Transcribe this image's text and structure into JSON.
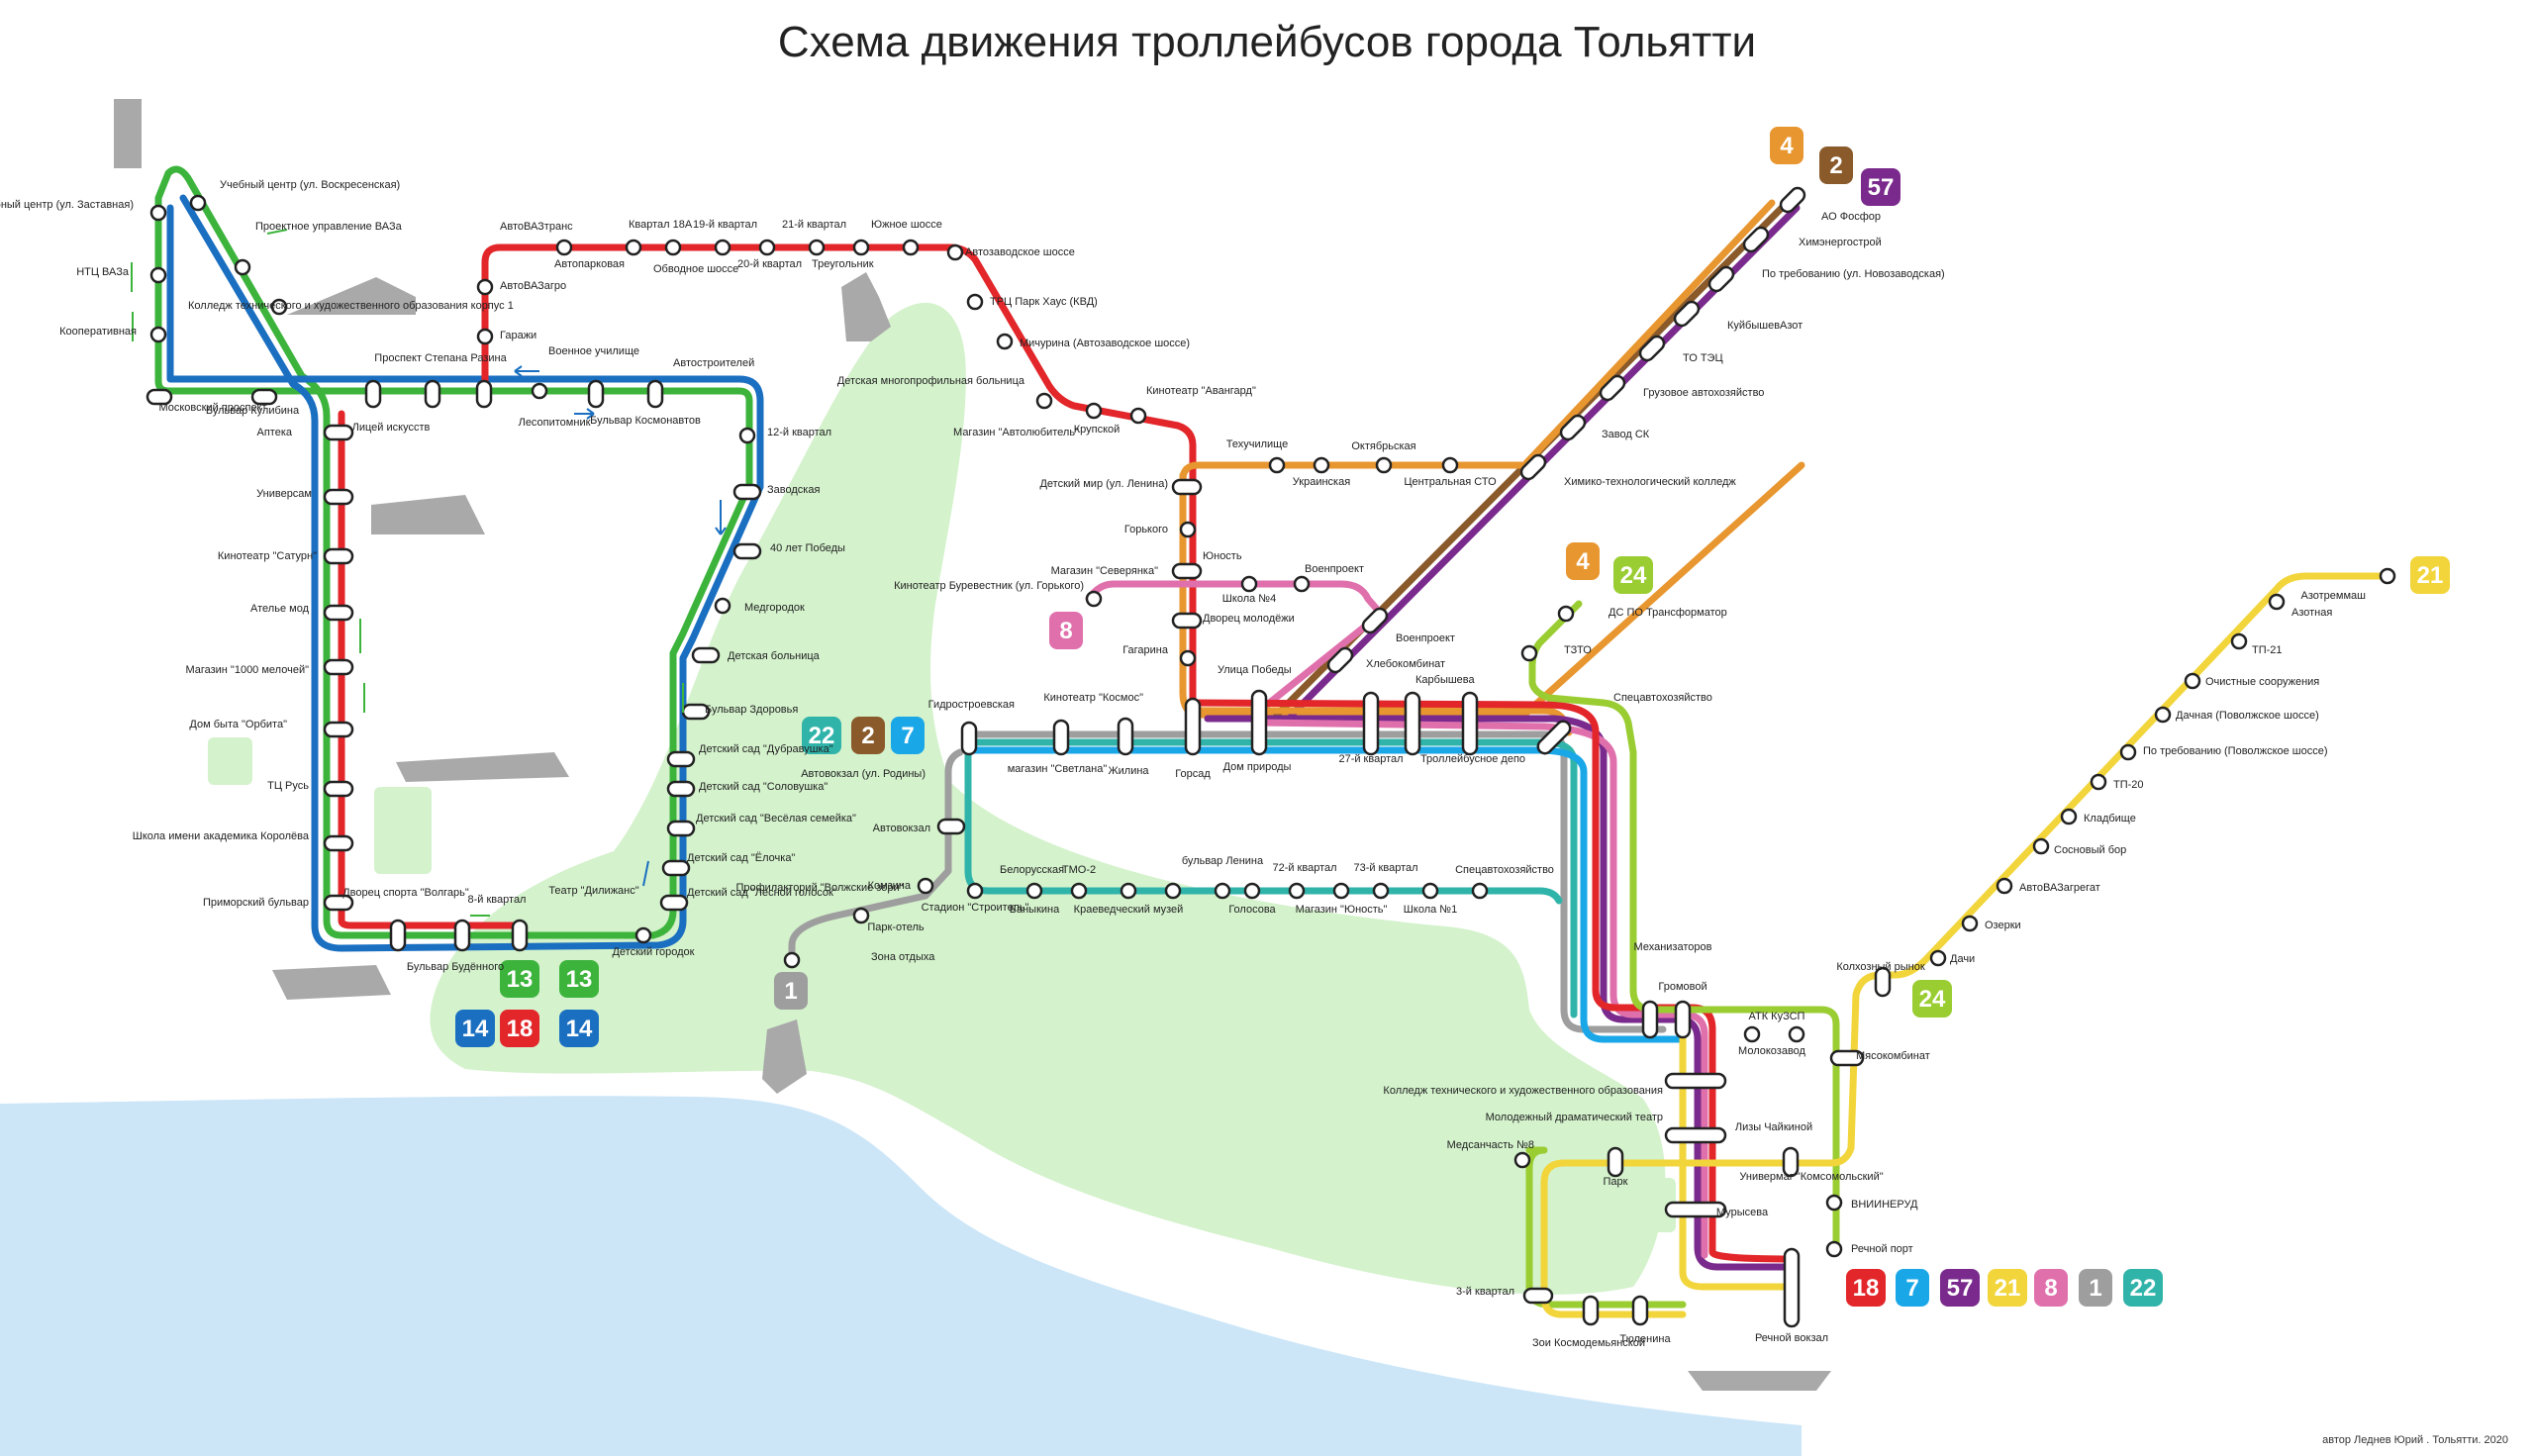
{
  "title": "Схема движения троллейбусов города Тольятти",
  "author": "автор Леднев Юрий . Тольятти. 2020",
  "colors": {
    "water": "#cce6f8",
    "park": "#d4f2cc",
    "landmark": "#a9a9a9",
    "route_1": "#9e9e9e",
    "route_2": "#8a5a2b",
    "route_4": "#e8962f",
    "route_7": "#1aa7e8",
    "route_8": "#e070ac",
    "route_13": "#3cb43c",
    "route_14": "#1a6fc1",
    "route_18": "#e2262a",
    "route_21": "#f2d53a",
    "route_22": "#30b4aa",
    "route_24": "#9acd32",
    "route_57": "#7a2a8c"
  },
  "badges": [
    {
      "id": "b-4-top",
      "text": "4",
      "color": "#e8962f"
    },
    {
      "id": "b-2-top",
      "text": "2",
      "color": "#8a5a2b"
    },
    {
      "id": "b-57-top",
      "text": "57",
      "color": "#7a2a8c"
    },
    {
      "id": "b-8",
      "text": "8",
      "color": "#e070ac"
    },
    {
      "id": "b-4-mid",
      "text": "4",
      "color": "#e8962f"
    },
    {
      "id": "b-24-mid",
      "text": "24",
      "color": "#9acd32"
    },
    {
      "id": "b-22",
      "text": "22",
      "color": "#30b4aa"
    },
    {
      "id": "b-2-mid",
      "text": "2",
      "color": "#8a5a2b"
    },
    {
      "id": "b-7",
      "text": "7",
      "color": "#1aa7e8"
    },
    {
      "id": "b-1",
      "text": "1",
      "color": "#9e9e9e"
    },
    {
      "id": "b-13a",
      "text": "13",
      "color": "#3cb43c"
    },
    {
      "id": "b-13b",
      "text": "13",
      "color": "#3cb43c"
    },
    {
      "id": "b-14a",
      "text": "14",
      "color": "#1a6fc1"
    },
    {
      "id": "b-18",
      "text": "18",
      "color": "#e2262a"
    },
    {
      "id": "b-14b",
      "text": "14",
      "color": "#1a6fc1"
    },
    {
      "id": "b-21",
      "text": "21",
      "color": "#f2d53a"
    },
    {
      "id": "b-24-right",
      "text": "24",
      "color": "#9acd32"
    },
    {
      "id": "b-18-bot",
      "text": "18",
      "color": "#e2262a"
    },
    {
      "id": "b-7-bot",
      "text": "7",
      "color": "#1aa7e8"
    },
    {
      "id": "b-57-bot",
      "text": "57",
      "color": "#7a2a8c"
    },
    {
      "id": "b-21-bot",
      "text": "21",
      "color": "#f2d53a"
    },
    {
      "id": "b-8-bot",
      "text": "8",
      "color": "#e070ac"
    },
    {
      "id": "b-1-bot",
      "text": "1",
      "color": "#9e9e9e"
    },
    {
      "id": "b-22-bot",
      "text": "22",
      "color": "#30b4aa"
    }
  ],
  "stops": {
    "left_loop": [
      "Учебный центр (ул. Заставная)",
      "НТЦ ВАЗа",
      "Кооперативная",
      "Московский проспект",
      "Учебный центр (ул. Воскресенская)",
      "Проектное управление ВАЗа",
      "Колледж технического и художественного образования корпус 1",
      "Бульвар Кулибина",
      "Аптека",
      "Лицей искусств",
      "Проспект Степана Разина",
      "Лесопитомник",
      "Военное училище",
      "Бульвар Космонавтов",
      "Автостроителей",
      "12-й квартал",
      "Заводская",
      "40 лет Победы",
      "Медгородок",
      "Детская больница",
      "Бульвар Здоровья",
      "Детский сад \"Дубравушка\"",
      "Детский сад \"Соловушка\"",
      "Детский сад \"Весёлая семейка\"",
      "Детский сад \"Ёлочка\"",
      "Детский сад \"Лесной голосок\"",
      "Театр \"Дилижанс\"",
      "Детский городок",
      "8-й квартал",
      "Бульвар Будённого",
      "Дворец спорта \"Волгарь\"",
      "Приморский бульвар",
      "Школа имени академика Королёва",
      "ТЦ Русь",
      "Дом быта \"Орбита\"",
      "Магазин \"1000 мелочей\"",
      "Ателье мод",
      "Кинотеатр \"Сатурн\"",
      "Универсам"
    ],
    "red_line": [
      "АвтоВАЗтранс",
      "Автопарковая",
      "Квартал 18А",
      "Обводное шоссе",
      "19-й квартал",
      "20-й квартал",
      "21-й квартал",
      "Треугольник",
      "Южное шоссе",
      "Автозаводское шоссе",
      "ТРЦ Парк Хаус (КВД)",
      "Мичурина (Автозаводское шоссе)",
      "Детская многопрофильная больница",
      "Магазин \"Автолюбитель\"",
      "Крупской",
      "Кинотеатр \"Авангард\"",
      "АвтоВАЗагро",
      "Гаражи"
    ],
    "center": [
      "Детский мир (ул. Ленина)",
      "Горького",
      "Магазин \"Северянка\"",
      "Юность",
      "Кинотеатр Буревестник (ул. Горького)",
      "Школа №4",
      "Военпроект",
      "Дворец молодёжи",
      "Гагарина",
      "Кинотеатр \"Космос\"",
      "Улица Победы",
      "Техучилище",
      "Октябрьская",
      "Украинская",
      "Центральная СТО",
      "Химико-технологический колледж",
      "Военпроект",
      "Хлебокомбинат",
      "Карбышева",
      "Гидростроевская",
      "магазин \"Светлана\"",
      "Жилина",
      "Горсад",
      "Дом природы",
      "27-й квартал",
      "Троллейбусное депо"
    ],
    "diagonal": [
      "АО Фосфор",
      "Химэнергострой",
      "По требованию (ул. Новозаводская)",
      "КуйбышевАзот",
      "ТО ТЭЦ",
      "Грузовое автохозяйство",
      "Завод СК"
    ],
    "bottom": [
      "Автовокзал (ул. Родины)",
      "Автовокзал",
      "Комзина",
      "Профилакторий \"Волжские зори\"",
      "Парк-отель",
      "Зона отдыха",
      "Белорусская",
      "Стадион \"Строитель\"",
      "Баныкина",
      "ТМО-2",
      "Краеведческий музей",
      "бульвар Ленина",
      "Голосова",
      "72-й квартал",
      "Магазин \"Юность\"",
      "73-й квартал",
      "Школа №1",
      "Спецавтохозяйство"
    ],
    "komsomolsky": [
      "ДС ПО Трансформатор",
      "ТЗТО",
      "Спецавтохозяйство",
      "Механизаторов",
      "Громовой",
      "АТК КуЗСП",
      "Молокозавод",
      "Мясокомбинат",
      "Колледж технического и художественного образования",
      "Молодежный драматический театр",
      "Лизы Чайкиной",
      "Медсанчасть №8",
      "Парк",
      "Универмаг \"Комсомольский\"",
      "Мурысева",
      "ВНИИНЕРУД",
      "Речной порт",
      "3-й квартал",
      "Зои Космодемьянской",
      "Тюленина",
      "Речной вокзал",
      "Колхозный рынок"
    ],
    "route21": [
      "Азотреммаш",
      "Азотная",
      "ТП-21",
      "Очистные сооружения",
      "Дачная (Поволжское шоссе)",
      "По требованию (Поволжское шоссе)",
      "ТП-20",
      "Кладбище",
      "Сосновый бор",
      "АвтоВАЗагрегат",
      "Озерки",
      "Дачи"
    ]
  }
}
